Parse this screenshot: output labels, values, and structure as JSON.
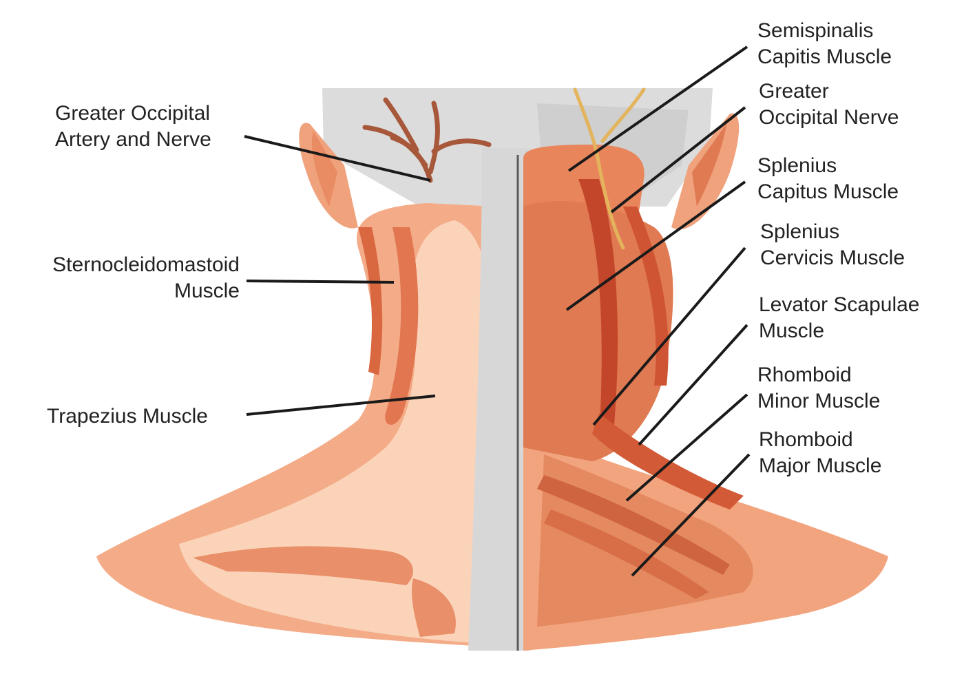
{
  "colors": {
    "background": "#ffffff",
    "skin": "#f6b796",
    "skin_light": "#fbd0b4",
    "muscle_mid": "#eb8d63",
    "muscle_dark": "#d4542e",
    "muscle_deep": "#b63e24",
    "bone": "#d9d9d9",
    "nerve": "#e3b45c",
    "artery": "#a8583a",
    "leader": "#1a1a1a",
    "text": "#222222"
  },
  "labels": {
    "greater_occipital_artery": {
      "line1": "Greater Occipital",
      "line2": "Artery and Nerve"
    },
    "sternocleidomastoid": {
      "line1": "Sternocleidomastoid",
      "line2": "Muscle"
    },
    "trapezius": {
      "line1": "Trapezius Muscle"
    },
    "semispinalis": {
      "line1": "Semispinalis",
      "line2": "Capitis Muscle"
    },
    "greater_occipital_nerve": {
      "line1": "Greater",
      "line2": "Occipital Nerve"
    },
    "splenius_capitus": {
      "line1": "Splenius",
      "line2": "Capitus Muscle"
    },
    "splenius_cervicis": {
      "line1": "Splenius",
      "line2": "Cervicis Muscle"
    },
    "levator_scapulae": {
      "line1": "Levator Scapulae",
      "line2": "Muscle"
    },
    "rhomboid_minor": {
      "line1": "Rhomboid",
      "line2": "Minor Muscle"
    },
    "rhomboid_major": {
      "line1": "Rhomboid",
      "line2": "Major Muscle"
    }
  }
}
